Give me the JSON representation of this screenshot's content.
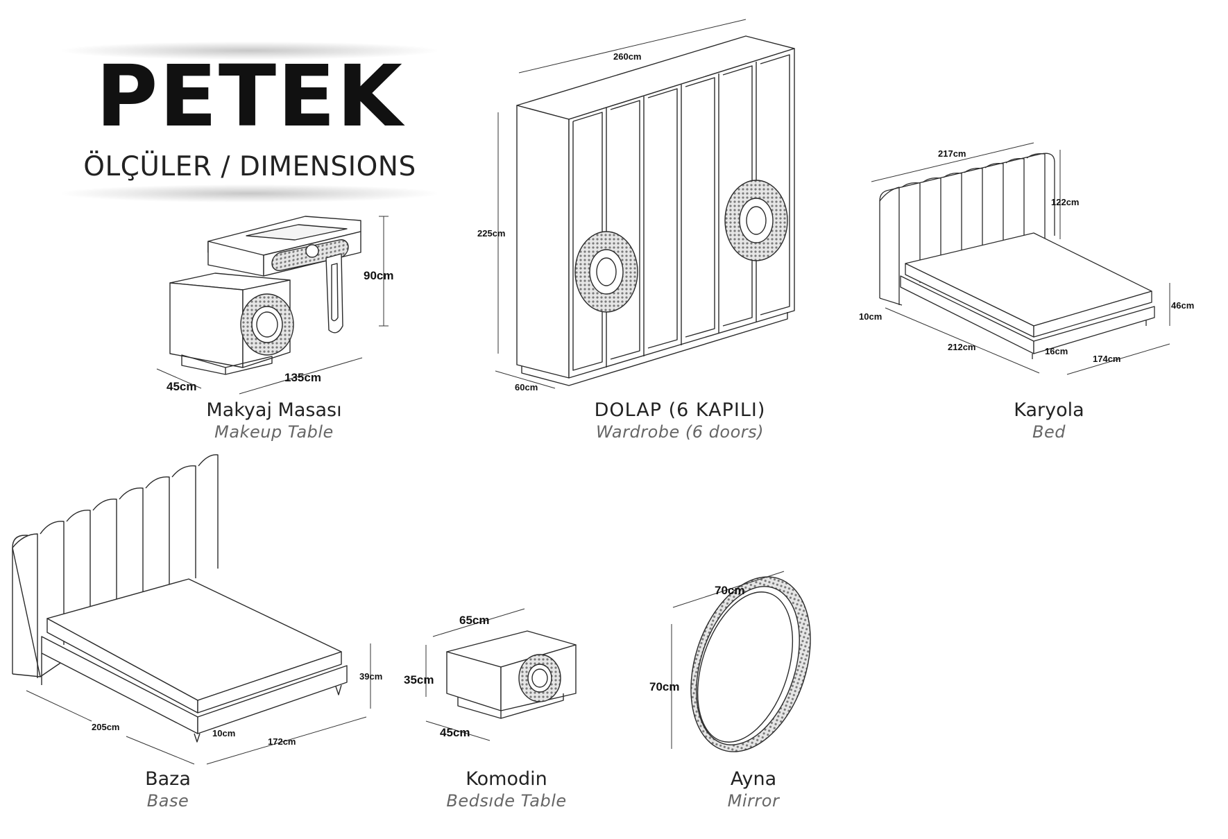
{
  "header": {
    "title": "PETEK",
    "subtitle": "ÖLÇÜLER / DIMENSIONS"
  },
  "items": {
    "makeup_table": {
      "name_tr": "Makyaj Masası",
      "name_en": "Makeup Table",
      "dims": {
        "height": "90cm",
        "width": "135cm",
        "depth": "45cm"
      }
    },
    "wardrobe": {
      "name_tr": "DOLAP (6 KAPILI)",
      "name_en": "Wardrobe (6 doors)",
      "dims": {
        "width": "260cm",
        "height": "225cm",
        "depth": "60cm"
      }
    },
    "bed": {
      "name_tr": "Karyola",
      "name_en": "Bed",
      "dims": {
        "width": "217cm",
        "headboard_height": "122cm",
        "headboard_depth": "10cm",
        "length": "212cm",
        "leg": "16cm",
        "base_width": "174cm",
        "height": "46cm"
      }
    },
    "base": {
      "name_tr": "Baza",
      "name_en": "Base",
      "dims": {
        "length": "205cm",
        "leg": "10cm",
        "width": "172cm",
        "height": "39cm"
      }
    },
    "bedside_table": {
      "name_tr": "Komodin",
      "name_en": "Bedsıde Table",
      "dims": {
        "width": "65cm",
        "height": "35cm",
        "depth": "45cm"
      }
    },
    "mirror": {
      "name_tr": "Ayna",
      "name_en": "Mirror",
      "dims": {
        "width": "70cm",
        "height": "70cm"
      }
    }
  },
  "colors": {
    "line": "#2a2a2a",
    "text": "#111111",
    "subtitle": "#666666"
  }
}
